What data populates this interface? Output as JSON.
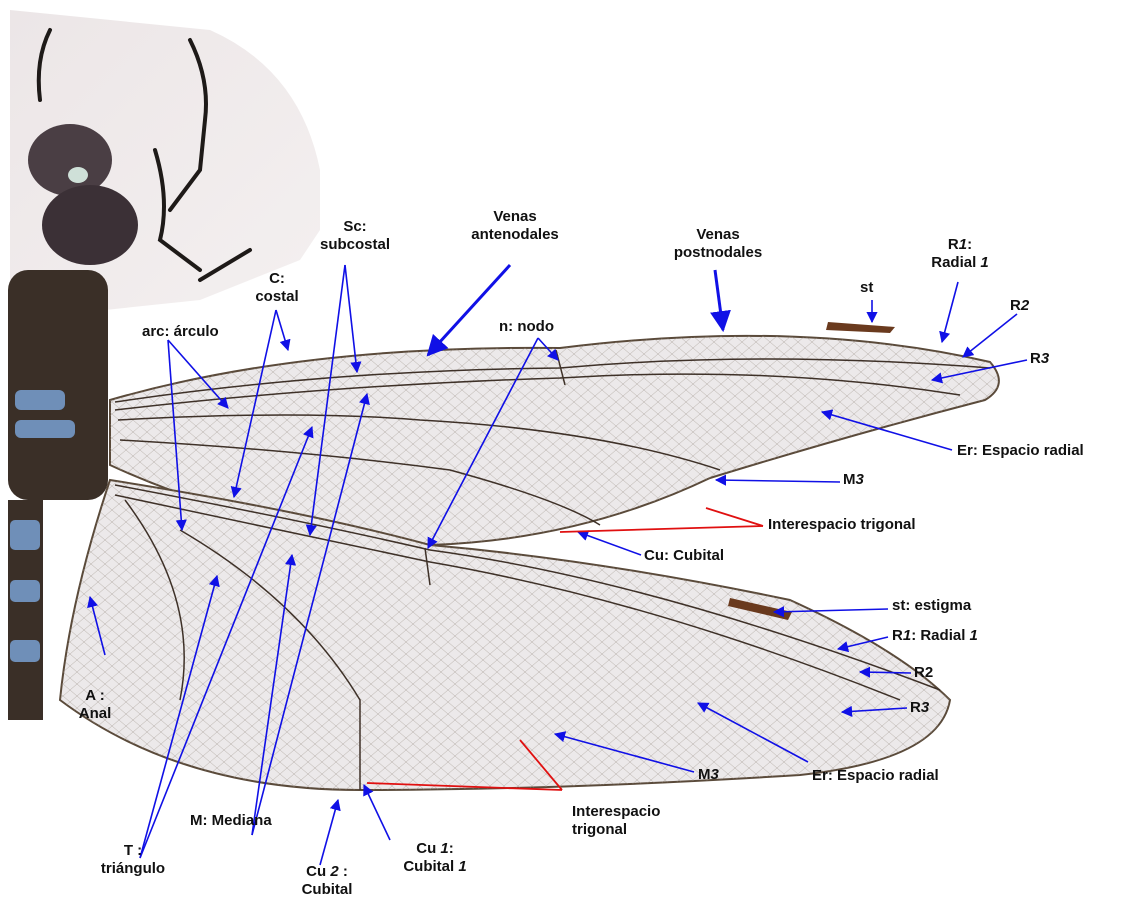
{
  "labels": {
    "venas_antenodales": [
      "Venas",
      "antenodales"
    ],
    "venas_postnodales": [
      "Venas",
      "postnodales"
    ],
    "sc_subcostal": [
      "Sc:",
      "subcostal"
    ],
    "c_costal": [
      "C:",
      "costal"
    ],
    "arc_arculo": "arc: árculo",
    "n_nodo": "n: nodo",
    "st_top": "st",
    "r1_top": [
      "R",
      "1",
      ":",
      "Radial ",
      "1"
    ],
    "r2_top": [
      "R",
      "2"
    ],
    "r3_top": [
      "R",
      "3"
    ],
    "er_top": "Er: Espacio radial",
    "m3_top": [
      "M",
      "3"
    ],
    "interespacio_top": "Interespacio trigonal",
    "cu_cubital": "Cu: Cubital",
    "st_estigma": "st: estigma",
    "r1_bottom": [
      "R",
      "1",
      ": Radial ",
      "1"
    ],
    "r2_bottom": "R2",
    "r3_bottom": [
      "R",
      "3"
    ],
    "er_bottom": "Er: Espacio radial",
    "m3_bottom": [
      "M",
      "3"
    ],
    "interespacio_bottom": [
      "Interespacio",
      "trigonal"
    ],
    "a_anal": [
      "A :",
      "Anal"
    ],
    "t_triangulo": [
      "T :",
      "triángulo"
    ],
    "m_mediana": "M: Mediana",
    "cu2_cubital": [
      "Cu ",
      "2",
      " :",
      "Cubital"
    ],
    "cu1_cubital": [
      "Cu ",
      "1",
      ":",
      "Cubital ",
      "1"
    ]
  },
  "colors": {
    "arrow_blue": "#1010e6",
    "arrow_red": "#e01010",
    "label_text": "#111111",
    "wing_membrane": "#ece9ea",
    "wing_vein": "#5a4a3a",
    "stigma": "#6a3a1e",
    "body_dark": "#3a2f27",
    "body_blue": "#6f8fb8",
    "background_tissue": "#f1ecec"
  }
}
